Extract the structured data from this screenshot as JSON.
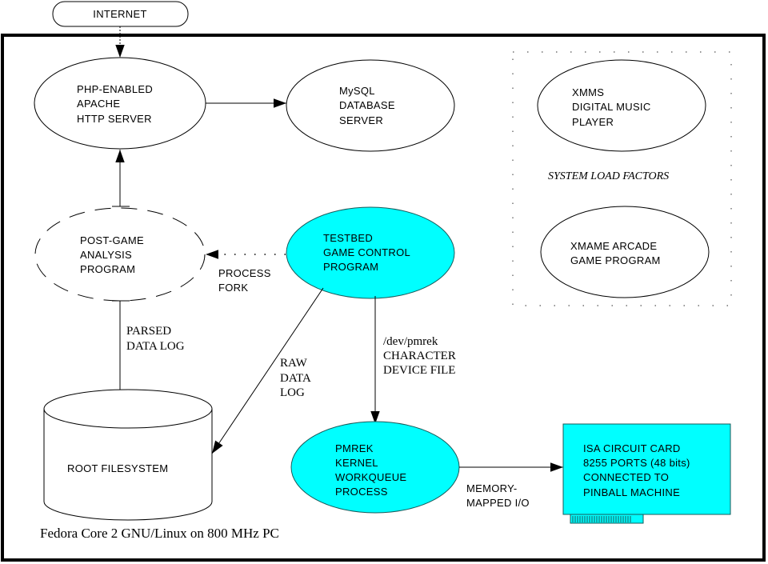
{
  "colors": {
    "highlight_fill": "#00ffff",
    "highlight_stroke": "#1a5a5a",
    "line": "#000000",
    "frame": "#000000"
  },
  "internet": {
    "label": "INTERNET"
  },
  "nodes": {
    "apache": {
      "lines": [
        "PHP-ENABLED",
        "APACHE",
        "HTTP SERVER"
      ]
    },
    "mysql": {
      "lines": [
        "MySQL",
        "DATABASE",
        "SERVER"
      ]
    },
    "xmms": {
      "lines": [
        "XMMS",
        "DIGITAL MUSIC",
        "PLAYER"
      ]
    },
    "xmame": {
      "lines": [
        "XMAME ARCADE",
        "GAME PROGRAM"
      ]
    },
    "postgame": {
      "lines": [
        "POST-GAME",
        "ANALYSIS",
        "PROGRAM"
      ]
    },
    "testbed": {
      "lines": [
        "TESTBED",
        "GAME CONTROL",
        "PROGRAM"
      ]
    },
    "rootfs": {
      "label": "ROOT FILESYSTEM"
    },
    "pmrek": {
      "lines": [
        "PMREK",
        "KERNEL",
        "WORKQUEUE",
        "PROCESS"
      ]
    },
    "isa": {
      "lines": [
        "ISA CIRCUIT CARD",
        "8255 PORTS (48 bits)",
        "CONNECTED TO",
        "PINBALL MACHINE"
      ]
    }
  },
  "edge_labels": {
    "process_fork": [
      "PROCESS",
      "FORK"
    ],
    "parsed_log": [
      "PARSED",
      "DATA LOG"
    ],
    "raw_log": [
      "RAW",
      "DATA",
      "LOG"
    ],
    "char_device": [
      "/dev/pmrek",
      "CHARACTER",
      "DEVICE FILE"
    ],
    "mmio": [
      "MEMORY-",
      "MAPPED I/O"
    ]
  },
  "system_load": {
    "label": "SYSTEM LOAD FACTORS"
  },
  "footer": {
    "label": "Fedora Core 2 GNU/Linux on 800 MHz PC"
  }
}
